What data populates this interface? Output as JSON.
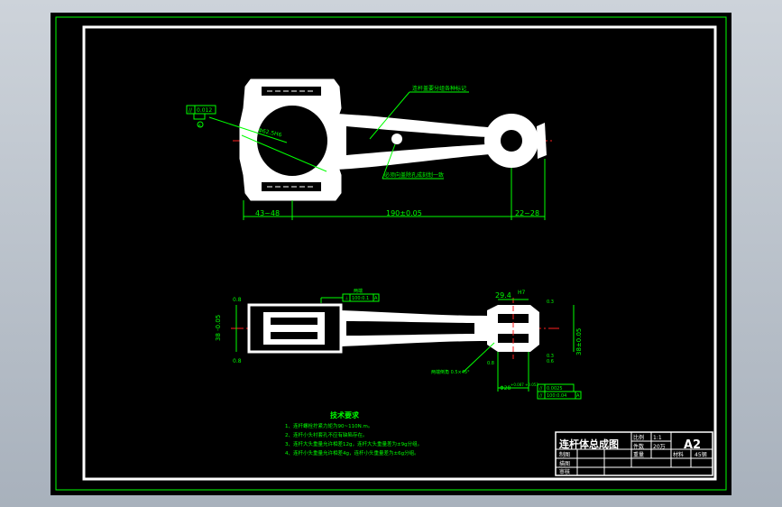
{
  "colors": {
    "background": "#c5ccd4",
    "paper": "#000000",
    "outline": "#ffffff",
    "dimension": "#00ff00",
    "centerline": "#ff2020",
    "title_block": "#ffffff"
  },
  "top_view": {
    "dims": {
      "left": "43~48",
      "center": "190±0.05",
      "right": "22~28"
    },
    "callout_1": "连杆盖要分组各种标记",
    "callout_2": "必须向盖除孔成刻划一致",
    "diameter_label": "Φ62.5H6",
    "tol_frame": {
      "symbol": "//",
      "value": "0.012",
      "datum": "A"
    }
  },
  "side_view": {
    "dims": {
      "left_top": "0.8",
      "left_bottom": "0.8",
      "left_height": "38 -0.05",
      "width": "29.4",
      "width_tol": "H7",
      "right_height": "38±0.05",
      "small_a": "0.3",
      "small_b": "0.3",
      "small_c": "0.8",
      "small_d": "0.6",
      "lower": "Φ28",
      "lower_tol": "+0.087\n+0.053"
    },
    "tol_frames": [
      {
        "symbol": "⊥",
        "value": "100:0.1",
        "datum": "A"
      },
      {
        "symbol": "//",
        "value": "0.0025",
        "datum": ""
      },
      {
        "symbol": "//",
        "value": "100:0.04",
        "datum": "A"
      }
    ],
    "top_note": "两端",
    "bevel_note": "两端倒角 0.5×45°"
  },
  "tech_requirements": {
    "heading": "技术要求",
    "items": [
      "1、连杆螺栓拧紧力矩为90~110N.m。",
      "2、连杆小头衬套孔不应有缺陷存在。",
      "3、连杆大头重量允许相差12g，连杆大头重量差为±9g分组。",
      "4、连杆小头重量允许相差4g，连杆小头重量差为±6g分组。"
    ]
  },
  "title_block": {
    "title": "连杆体总成图",
    "scale_label": "比例",
    "scale_value": "1:1",
    "sheet_size": "A2",
    "quantity_label": "件数",
    "quantity_value": "20万",
    "weight_label": "重量",
    "material_label": "材料",
    "material_value": "45钢",
    "rows": [
      "制图",
      "描图",
      "审核"
    ]
  }
}
